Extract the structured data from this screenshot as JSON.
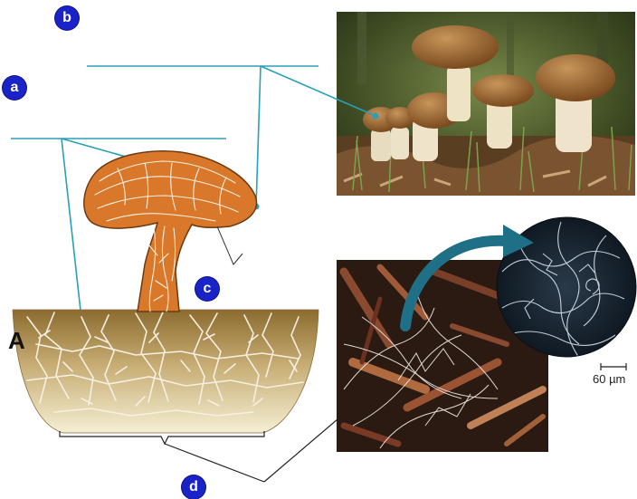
{
  "labels": {
    "a": "a",
    "b": "b",
    "c": "c",
    "d": "d",
    "A": "A"
  },
  "scale_bar": {
    "text": "60 µm"
  },
  "colors": {
    "badge": "#1a23c8",
    "leader_line": "#2aa0b8",
    "mushroom_body": "#d9782a",
    "mushroom_outline": "#6b3a12",
    "hyphae": "#f6efe2",
    "soil_top": "#8a6a2e",
    "soil_bottom": "#f3eccd",
    "arrow": "#1f6f86"
  },
  "icons": {
    "arrow": "curved-arrow-icon"
  }
}
